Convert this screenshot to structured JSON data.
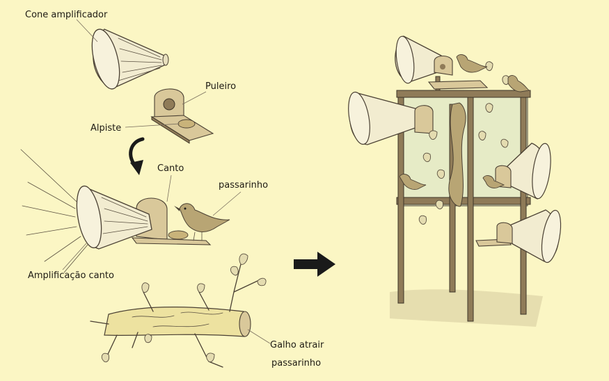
{
  "labels": {
    "cone": "Cone amplificador",
    "perch": "Puleiro",
    "seed": "Alpiste",
    "song": "Canto",
    "bird": "passarinho",
    "amplification": "Amplificação canto",
    "branch_line1": "Galho atrair",
    "branch_line2": "passarinho"
  },
  "colors": {
    "paper": "#fbf6c4",
    "ink": "#4a4033",
    "wood": "#d9c89a",
    "arrow": "#1a1a1a"
  },
  "icons": [
    "cone-icon",
    "perch-icon",
    "seed-icon",
    "bird-icon",
    "branch-icon",
    "arrow-icon",
    "tower-icon"
  ]
}
